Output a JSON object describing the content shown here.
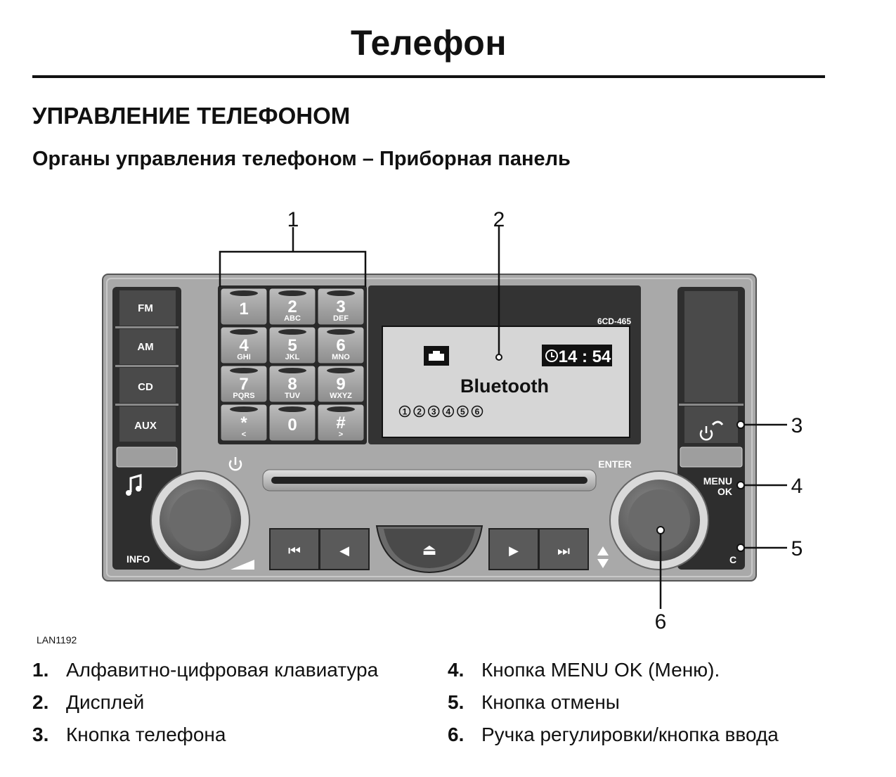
{
  "header": {
    "title": "Телефон"
  },
  "section": {
    "heading": "УПРАВЛЕНИЕ ТЕЛЕФОНОМ",
    "subheading": "Органы управления телефоном – Приборная панель"
  },
  "figure": {
    "id": "LAN1192",
    "callouts": [
      "1",
      "2",
      "3",
      "4",
      "5",
      "6"
    ],
    "panel": {
      "model": "6CD-465",
      "source_buttons": [
        "FM",
        "AM",
        "CD",
        "AUX"
      ],
      "keypad": [
        {
          "digit": "1",
          "letters": ""
        },
        {
          "digit": "2",
          "letters": "ABC"
        },
        {
          "digit": "3",
          "letters": "DEF"
        },
        {
          "digit": "4",
          "letters": "GHI"
        },
        {
          "digit": "5",
          "letters": "JKL"
        },
        {
          "digit": "6",
          "letters": "MNO"
        },
        {
          "digit": "7",
          "letters": "PQRS"
        },
        {
          "digit": "8",
          "letters": "TUV"
        },
        {
          "digit": "9",
          "letters": "WXYZ"
        },
        {
          "digit": "*",
          "letters": "<"
        },
        {
          "digit": "0",
          "letters": ""
        },
        {
          "digit": "#",
          "letters": ">"
        }
      ],
      "display": {
        "time": "14 : 54",
        "text": "Bluetooth",
        "presets": [
          "1",
          "2",
          "3",
          "4",
          "5",
          "6"
        ]
      },
      "info_label": "INFO",
      "enter_label": "ENTER",
      "menu_label_1": "MENU",
      "menu_label_2": "OK",
      "cancel_label": "C",
      "transport": {
        "prev_track": "⏮",
        "rewind": "◀",
        "eject": "⏏",
        "play": "▶",
        "next_track": "⏭"
      },
      "icons": {
        "music": "music-note-icon",
        "power": "power-icon",
        "phone": "phone-icon",
        "updown": "up-down-arrows-icon"
      }
    }
  },
  "legend": [
    {
      "num": "1.",
      "text": "Алфавитно-цифровая клавиатура"
    },
    {
      "num": "2.",
      "text": "Дисплей"
    },
    {
      "num": "3.",
      "text": "Кнопка телефона"
    },
    {
      "num": "4.",
      "text": "Кнопка MENU OK (Меню)."
    },
    {
      "num": "5.",
      "text": "Кнопка отмены"
    },
    {
      "num": "6.",
      "text": "Ручка регулировки/кнопка ввода"
    }
  ]
}
